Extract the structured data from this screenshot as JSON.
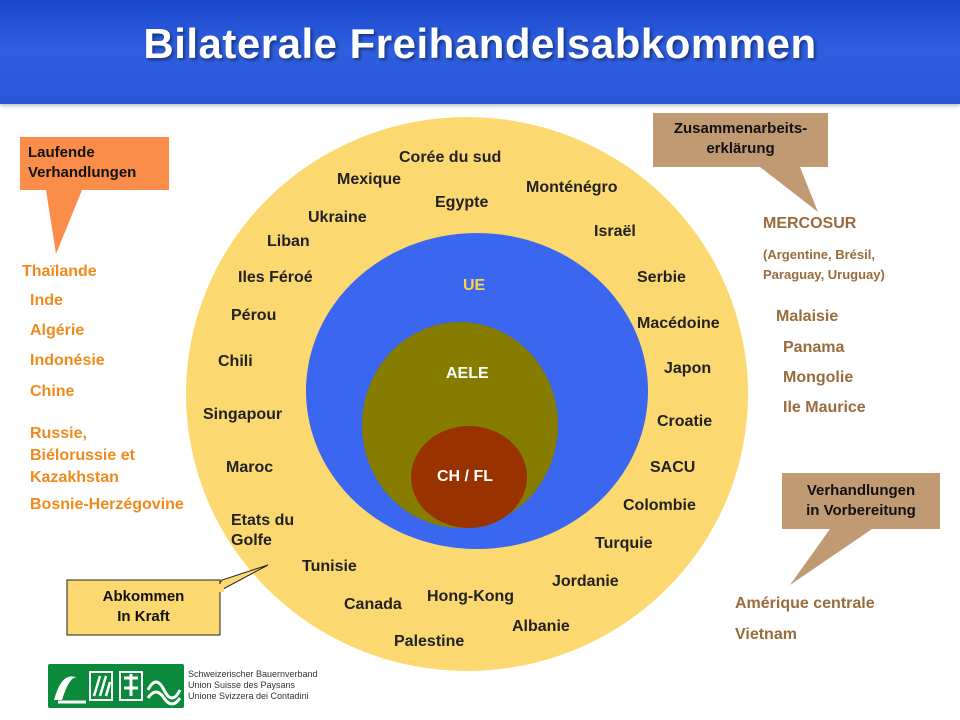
{
  "header": {
    "title": "Bilaterale Freihandelsabkommen"
  },
  "circles": {
    "outer": "",
    "ue": "UE",
    "aele": "AELE",
    "chfl": "CH / FL"
  },
  "in_force": {
    "label_line1": "Abkommen",
    "label_line2": "In Kraft",
    "countries": [
      "Corée du sud",
      "Mexique",
      "Egypte",
      "Monténégro",
      "Ukraine",
      "Liban",
      "Israël",
      "Iles Féroé",
      "Serbie",
      "Pérou",
      "Macédoine",
      "Chili",
      "Japon",
      "Singapour",
      "Croatie",
      "Maroc",
      "SACU",
      "Colombie",
      "Etats du\nGolfe",
      "Turquie",
      "Tunisie",
      "Jordanie",
      "Canada",
      "Hong-Kong",
      "Albanie",
      "Palestine"
    ]
  },
  "ongoing": {
    "label_line1": "Laufende",
    "label_line2": "Verhandlungen",
    "countries": [
      "Thaïlande",
      "Inde",
      "Algérie",
      "Indonésie",
      "Chine",
      "Russie,\nBiélorussie et\nKazakhstan",
      "Bosnie-Herzégovine"
    ]
  },
  "cooperation": {
    "label_line1": "Zusammenarbeits-",
    "label_line2": "erklärung",
    "mercosur": "MERCOSUR",
    "mercosur_members": "(Argentine, Brésil,\nParaguay, Uruguay)",
    "countries": [
      "Malaisie",
      "Panama",
      "Mongolie",
      "Ile Maurice"
    ]
  },
  "preparation": {
    "label_line1": "Verhandlungen",
    "label_line2": "in Vorbereitung",
    "countries": [
      "Amérique centrale",
      "Vietnam"
    ]
  },
  "footer": {
    "org_lines": "Schweizerischer Bauernverband\nUnion Suisse des Paysans\nUnione Svizzera dei Contadini"
  },
  "colors": {
    "header": "#2a55d8",
    "outer": "#fcd870",
    "ue": "#3a66f0",
    "aele": "#857c00",
    "chfl": "#9a3200",
    "orange_box": "#fa8d4a",
    "tan_box": "#c09a72",
    "logo_green": "#0a8a3a"
  }
}
